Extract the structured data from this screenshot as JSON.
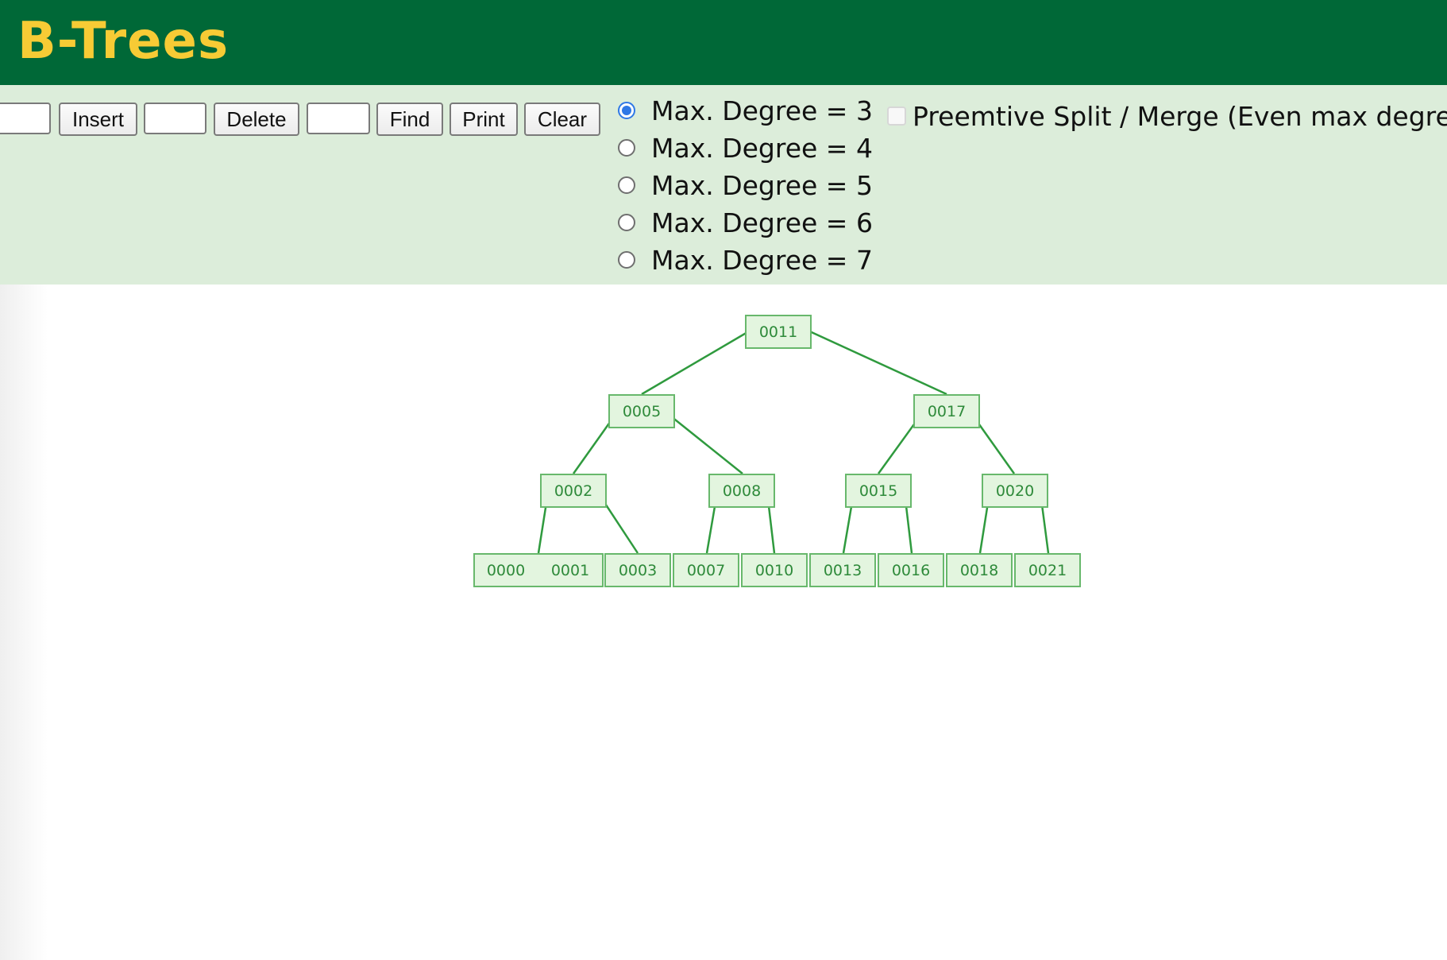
{
  "header": {
    "title": "B-Trees"
  },
  "controls": {
    "insert": {
      "input_value": "",
      "button_label": "Insert"
    },
    "delete": {
      "input_value": "",
      "button_label": "Delete"
    },
    "find": {
      "input_value": "",
      "button_label": "Find"
    },
    "print_label": "Print",
    "clear_label": "Clear",
    "degree_options": [
      {
        "label": "Max. Degree = 3",
        "checked": true
      },
      {
        "label": "Max. Degree = 4",
        "checked": false
      },
      {
        "label": "Max. Degree = 5",
        "checked": false
      },
      {
        "label": "Max. Degree = 6",
        "checked": false
      },
      {
        "label": "Max. Degree = 7",
        "checked": false
      }
    ],
    "preemptive": {
      "label": "Preemtive Split / Merge (Even max degree only)",
      "checked": false
    }
  },
  "tree": {
    "nodes": [
      {
        "id": "n0011",
        "keys": [
          "0011"
        ]
      },
      {
        "id": "n0005",
        "keys": [
          "0005"
        ]
      },
      {
        "id": "n0017",
        "keys": [
          "0017"
        ]
      },
      {
        "id": "n0002",
        "keys": [
          "0002"
        ]
      },
      {
        "id": "n0008",
        "keys": [
          "0008"
        ]
      },
      {
        "id": "n0015",
        "keys": [
          "0015"
        ]
      },
      {
        "id": "n0020",
        "keys": [
          "0020"
        ]
      },
      {
        "id": "n0000",
        "keys": [
          "0000",
          "0001"
        ]
      },
      {
        "id": "n0003",
        "keys": [
          "0003"
        ]
      },
      {
        "id": "n0007",
        "keys": [
          "0007"
        ]
      },
      {
        "id": "n0010",
        "keys": [
          "0010"
        ]
      },
      {
        "id": "n0013",
        "keys": [
          "0013"
        ]
      },
      {
        "id": "n0016",
        "keys": [
          "0016"
        ]
      },
      {
        "id": "n0018",
        "keys": [
          "0018"
        ]
      },
      {
        "id": "n0021",
        "keys": [
          "0021"
        ]
      }
    ],
    "edges": [
      [
        "n0011",
        "n0005"
      ],
      [
        "n0011",
        "n0017"
      ],
      [
        "n0005",
        "n0002"
      ],
      [
        "n0005",
        "n0008"
      ],
      [
        "n0017",
        "n0015"
      ],
      [
        "n0017",
        "n0020"
      ],
      [
        "n0002",
        "n0000"
      ],
      [
        "n0002",
        "n0003"
      ],
      [
        "n0008",
        "n0007"
      ],
      [
        "n0008",
        "n0010"
      ],
      [
        "n0015",
        "n0013"
      ],
      [
        "n0015",
        "n0016"
      ],
      [
        "n0020",
        "n0018"
      ],
      [
        "n0020",
        "n0021"
      ]
    ]
  }
}
